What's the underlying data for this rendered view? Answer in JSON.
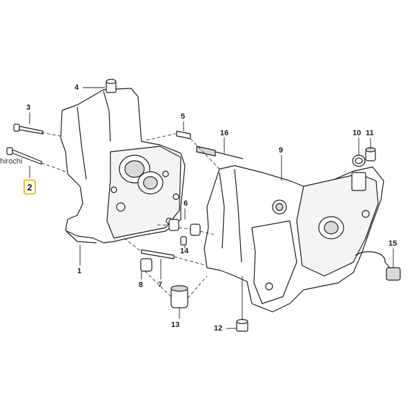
{
  "watermark": "hirochi",
  "highlight": {
    "label": "2",
    "color": "#e8c21a"
  },
  "callouts": {
    "c1": "1",
    "c3": "3",
    "c4": "4",
    "c5": "5",
    "c6": "6",
    "c7": "7",
    "c8": "8",
    "c9": "9",
    "c10": "10",
    "c11": "11",
    "c12": "12",
    "c13": "13",
    "c14": "14",
    "c15": "15",
    "c16": "16"
  },
  "colors": {
    "line": "#1a1a1a",
    "fill": "#ffffff",
    "shade": "#d9d9d9"
  }
}
